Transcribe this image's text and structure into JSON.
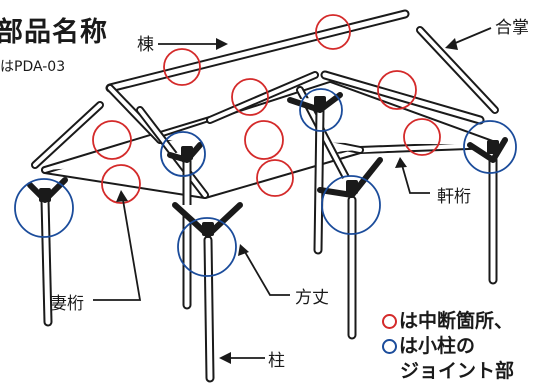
{
  "title": "部品名称",
  "subtitle": "はPDA-03",
  "labels": {
    "mune": "棟",
    "gassho": "合掌",
    "nokigeta": "軒桁",
    "tsumageta": "妻桁",
    "hojo": "方丈",
    "hashira": "柱"
  },
  "legend": {
    "line1": "は中断箇所、",
    "line2": "は小柱の",
    "line3": "ジョイント部"
  },
  "colors": {
    "red": "#d42a2a",
    "blue": "#1b4c9b",
    "ink": "#1a1a1a"
  }
}
